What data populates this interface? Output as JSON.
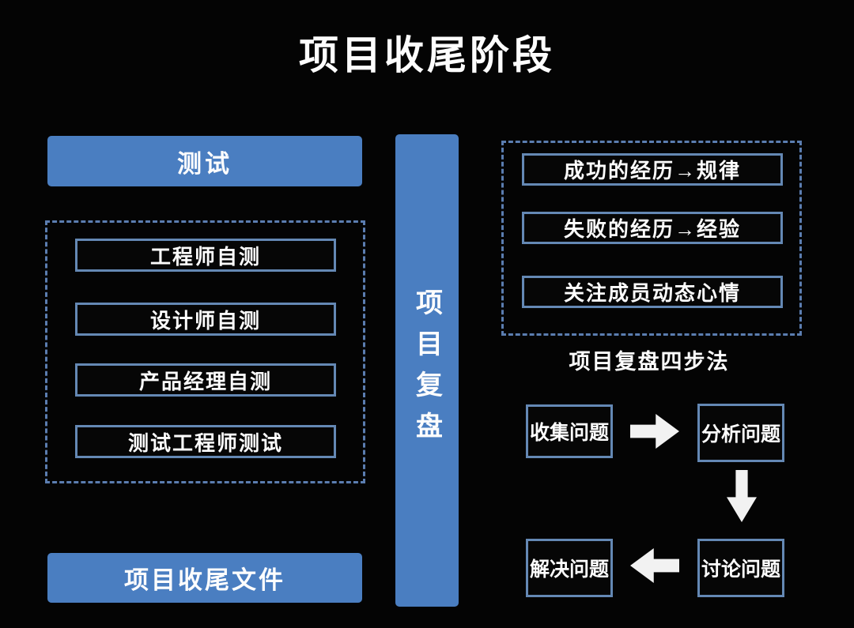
{
  "title": "项目收尾阶段",
  "colors": {
    "background": "#040404",
    "accent_blue": "#4a7ec1",
    "outline_border": "#6488b4",
    "dashed_border": "#5b7db0",
    "text": "#fdfdfd",
    "arrow": "#f2f2f2"
  },
  "left": {
    "test_label": "测试",
    "self_tests": [
      "工程师自测",
      "设计师自测",
      "产品经理自测",
      "测试工程师测试"
    ],
    "docs_label": "项目收尾文件"
  },
  "center": {
    "bar_label": "项目复盘"
  },
  "right": {
    "review_points": [
      "成功的经历→规律",
      "失败的经历→经验",
      "关注成员动态心情"
    ],
    "four_step_label": "项目复盘四步法",
    "steps": {
      "collect": "收集问题",
      "analyze": "分析问题",
      "discuss": "讨论问题",
      "solve": "解决问题"
    },
    "flow_arrows": [
      "right",
      "down",
      "left"
    ]
  }
}
